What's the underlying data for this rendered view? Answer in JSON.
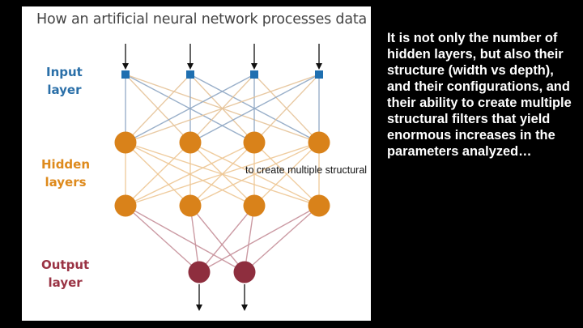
{
  "diagram": {
    "title": "How an artificial neural network processes data",
    "labels": {
      "input": [
        "Input",
        "layer"
      ],
      "hidden": [
        "Hidden",
        "layers"
      ],
      "output": [
        "Output",
        "layer"
      ]
    },
    "overlay_text": "to create multiple structural",
    "layers": [
      {
        "name": "input",
        "nodes": 4,
        "shape": "square",
        "color": "#1f6fb0"
      },
      {
        "name": "hidden-1",
        "nodes": 4,
        "shape": "circle",
        "color": "#d9821a"
      },
      {
        "name": "hidden-2",
        "nodes": 4,
        "shape": "circle",
        "color": "#d9821a"
      },
      {
        "name": "output",
        "nodes": 2,
        "shape": "circle",
        "color": "#8e2e3e"
      }
    ],
    "edge_colors": {
      "input_to_hidden": [
        "#8fa7c4",
        "#e6c49a"
      ],
      "hidden_to_hidden": "#eec795",
      "hidden_to_output": "#c6909a"
    }
  },
  "side_text": "It is not only the number of hidden layers, but also  their structure (width vs depth), and their configurations, and their ability to create multiple structural filters that yield enormous increases in the parameters analyzed…"
}
